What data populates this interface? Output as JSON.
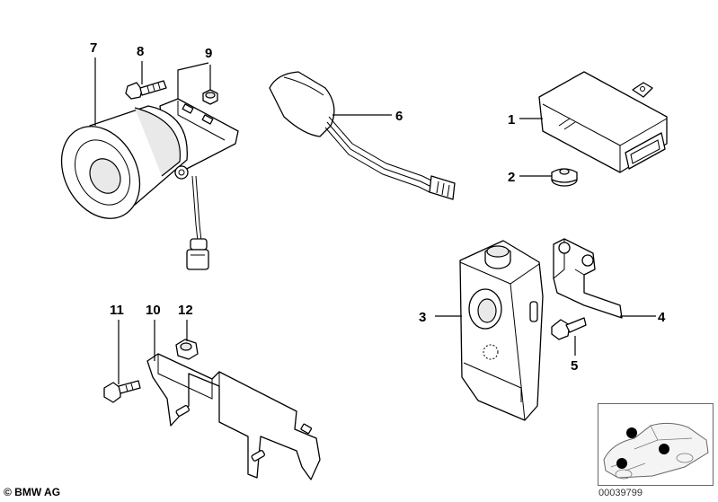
{
  "callouts": {
    "c1": "1",
    "c2": "2",
    "c3": "3",
    "c4": "4",
    "c5": "5",
    "c6": "6",
    "c7": "7",
    "c8": "8",
    "c9": "9",
    "c10": "10",
    "c11": "11",
    "c12": "12"
  },
  "footer": {
    "copyright": "© BMW AG",
    "document_number": "00039799"
  }
}
